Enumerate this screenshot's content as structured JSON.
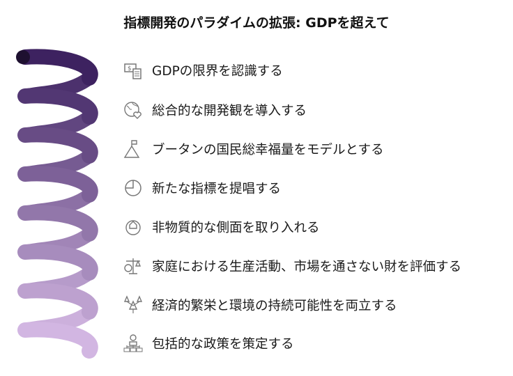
{
  "title": "指標開発のパラダイムの拡張: GDPを超えて",
  "colors": {
    "spiral_top": "#3d2260",
    "spiral_bottom": "#d2b6e2",
    "cap": "#1e1030"
  },
  "items": [
    {
      "label": "GDPの限界を認識する",
      "icon": "money-calculator-icon"
    },
    {
      "label": "総合的な開発観を導入する",
      "icon": "globe-heart-icon"
    },
    {
      "label": "ブータンの国民総幸福量をモデルとする",
      "icon": "mountain-flag-icon"
    },
    {
      "label": "新たな指標を提唱する",
      "icon": "pie-chart-icon"
    },
    {
      "label": "非物質的な側面を取り入れる",
      "icon": "home-globe-icon"
    },
    {
      "label": "家庭における生産活動、市場を通さない財を評価する",
      "icon": "balance-scale-icon"
    },
    {
      "label": "経済的繁栄と環境の持続可能性を両立する",
      "icon": "trees-icon"
    },
    {
      "label": "包括的な政策を策定する",
      "icon": "hierarchy-bulb-icon"
    }
  ]
}
